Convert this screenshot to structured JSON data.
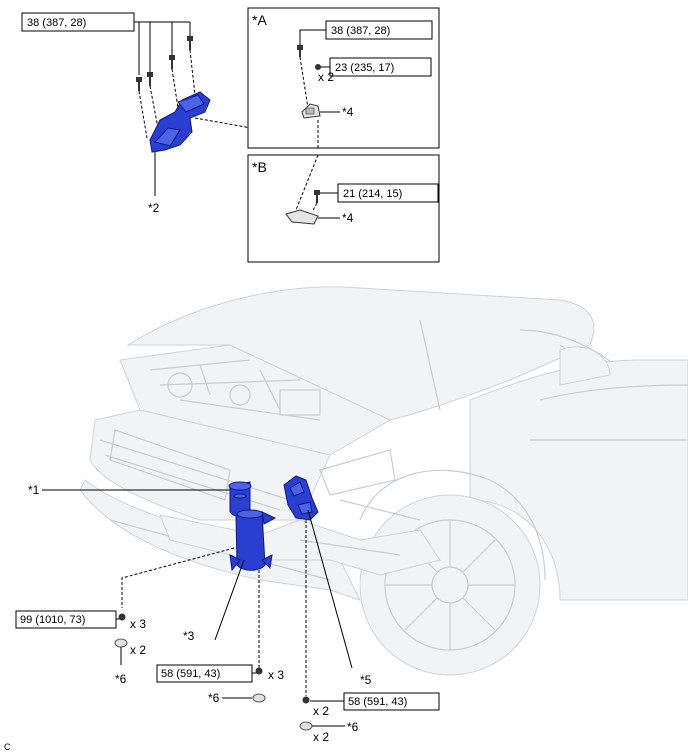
{
  "torque_specs": {
    "bracket_bolts": "38 (387, 28)",
    "detail_a_bolt": "38 (387, 28)",
    "detail_a_nut": "23 (235, 17)",
    "detail_b_bolt": "21 (214, 15)",
    "lower_bolts_left": "99 (1010, 73)",
    "lower_nuts_center": "58 (591, 43)",
    "lower_nuts_right": "58 (591, 43)"
  },
  "detail_boxes": {
    "a_title": "*A",
    "b_title": "*B"
  },
  "quantities": {
    "x2": "x 2",
    "x3": "x 3"
  },
  "parts": {
    "p1": "*1",
    "p2": "*2",
    "p3": "*3",
    "p4": "*4",
    "p5": "*5",
    "p6": "*6"
  },
  "corner_label": "C",
  "colors": {
    "part_blue": "#2a3fd0",
    "car_outline": "#c9cdd2"
  }
}
